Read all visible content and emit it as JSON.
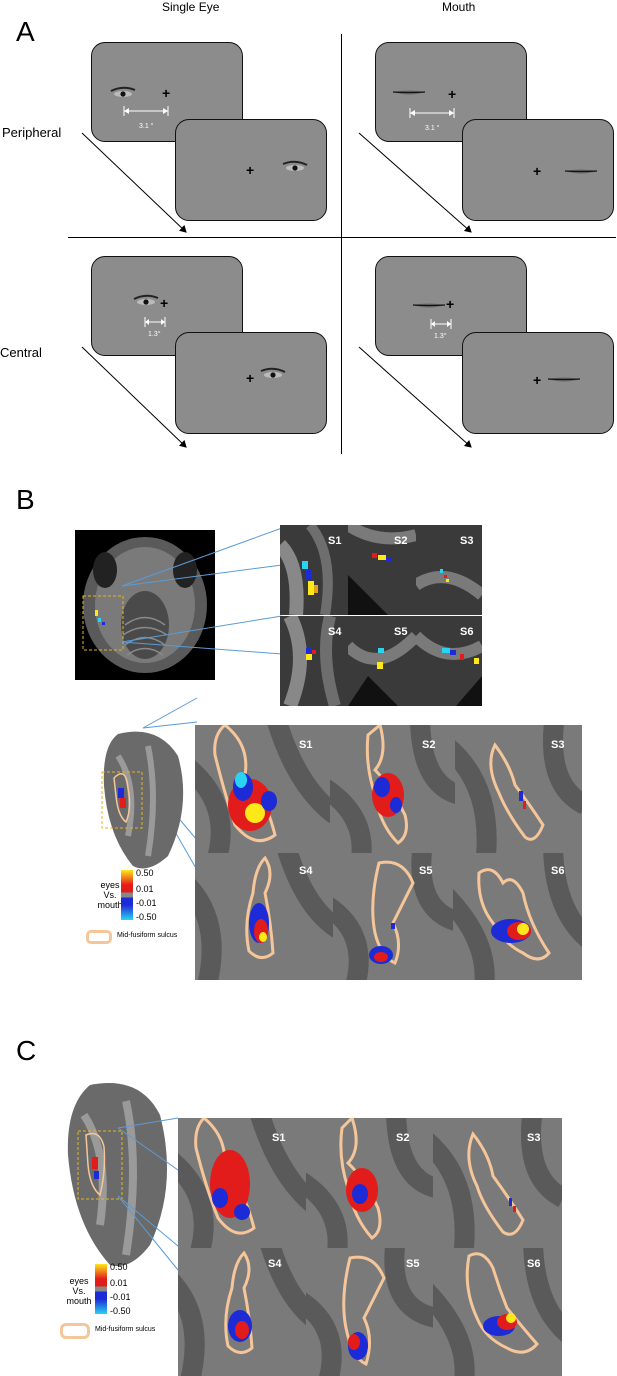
{
  "panels": {
    "a": "A",
    "b": "B",
    "c": "C"
  },
  "panel_a": {
    "col_left": "Single Eye",
    "col_right": "Mouth",
    "row_top": "Peripheral",
    "row_bottom": "Central",
    "deg_peripheral": "3.1 °",
    "deg_central": "1.3°",
    "fixation": "+"
  },
  "subjects": [
    "S1",
    "S2",
    "S3",
    "S4",
    "S5",
    "S6"
  ],
  "legend": {
    "title_line1": "eyes",
    "title_line2": "Vs.",
    "title_line3": "mouth",
    "ticks": [
      "0.50",
      "0.01",
      "-0.01",
      "-0.50"
    ],
    "outline_label": "Mid-fusiform sulcus"
  },
  "colors": {
    "screen": "#8c8c8c",
    "outline": "#f5c69a",
    "hot": "#e21b1b",
    "cold": "#1c2bd6",
    "yellow": "#ffe81a",
    "cyan": "#2bd3f2",
    "connector": "#5b9bd5"
  }
}
